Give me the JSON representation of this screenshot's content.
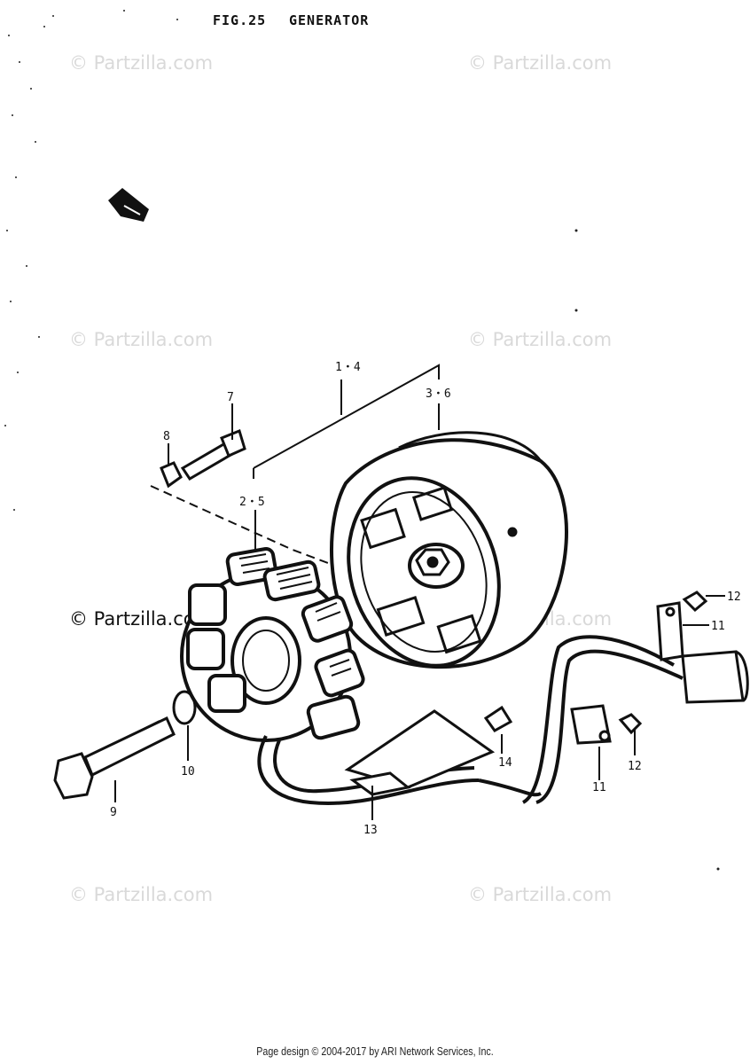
{
  "figure": {
    "number_label": "FIG.25",
    "title": "GENERATOR"
  },
  "watermarks": [
    "© Partzilla.com",
    "© Partzilla.com",
    "© Partzilla.com",
    "© Partzilla.com",
    "© Partzilla.com",
    "© Partzilla.com",
    "© Partzilla.com",
    "© Partzilla.com"
  ],
  "callouts": {
    "c1_4": "1・4",
    "c3_6": "3・6",
    "c2_5": "2・5",
    "c7": "7",
    "c8": "8",
    "c9": "9",
    "c10": "10",
    "c11a": "11",
    "c11b": "11",
    "c12a": "12",
    "c12b": "12",
    "c13": "13",
    "c14": "14"
  },
  "colors": {
    "ink": "#111111",
    "watermark": "#d9d9d9",
    "paper": "#ffffff"
  },
  "footer": {
    "text": "Page design © 2004-2017 by ARI Network Services, Inc."
  }
}
